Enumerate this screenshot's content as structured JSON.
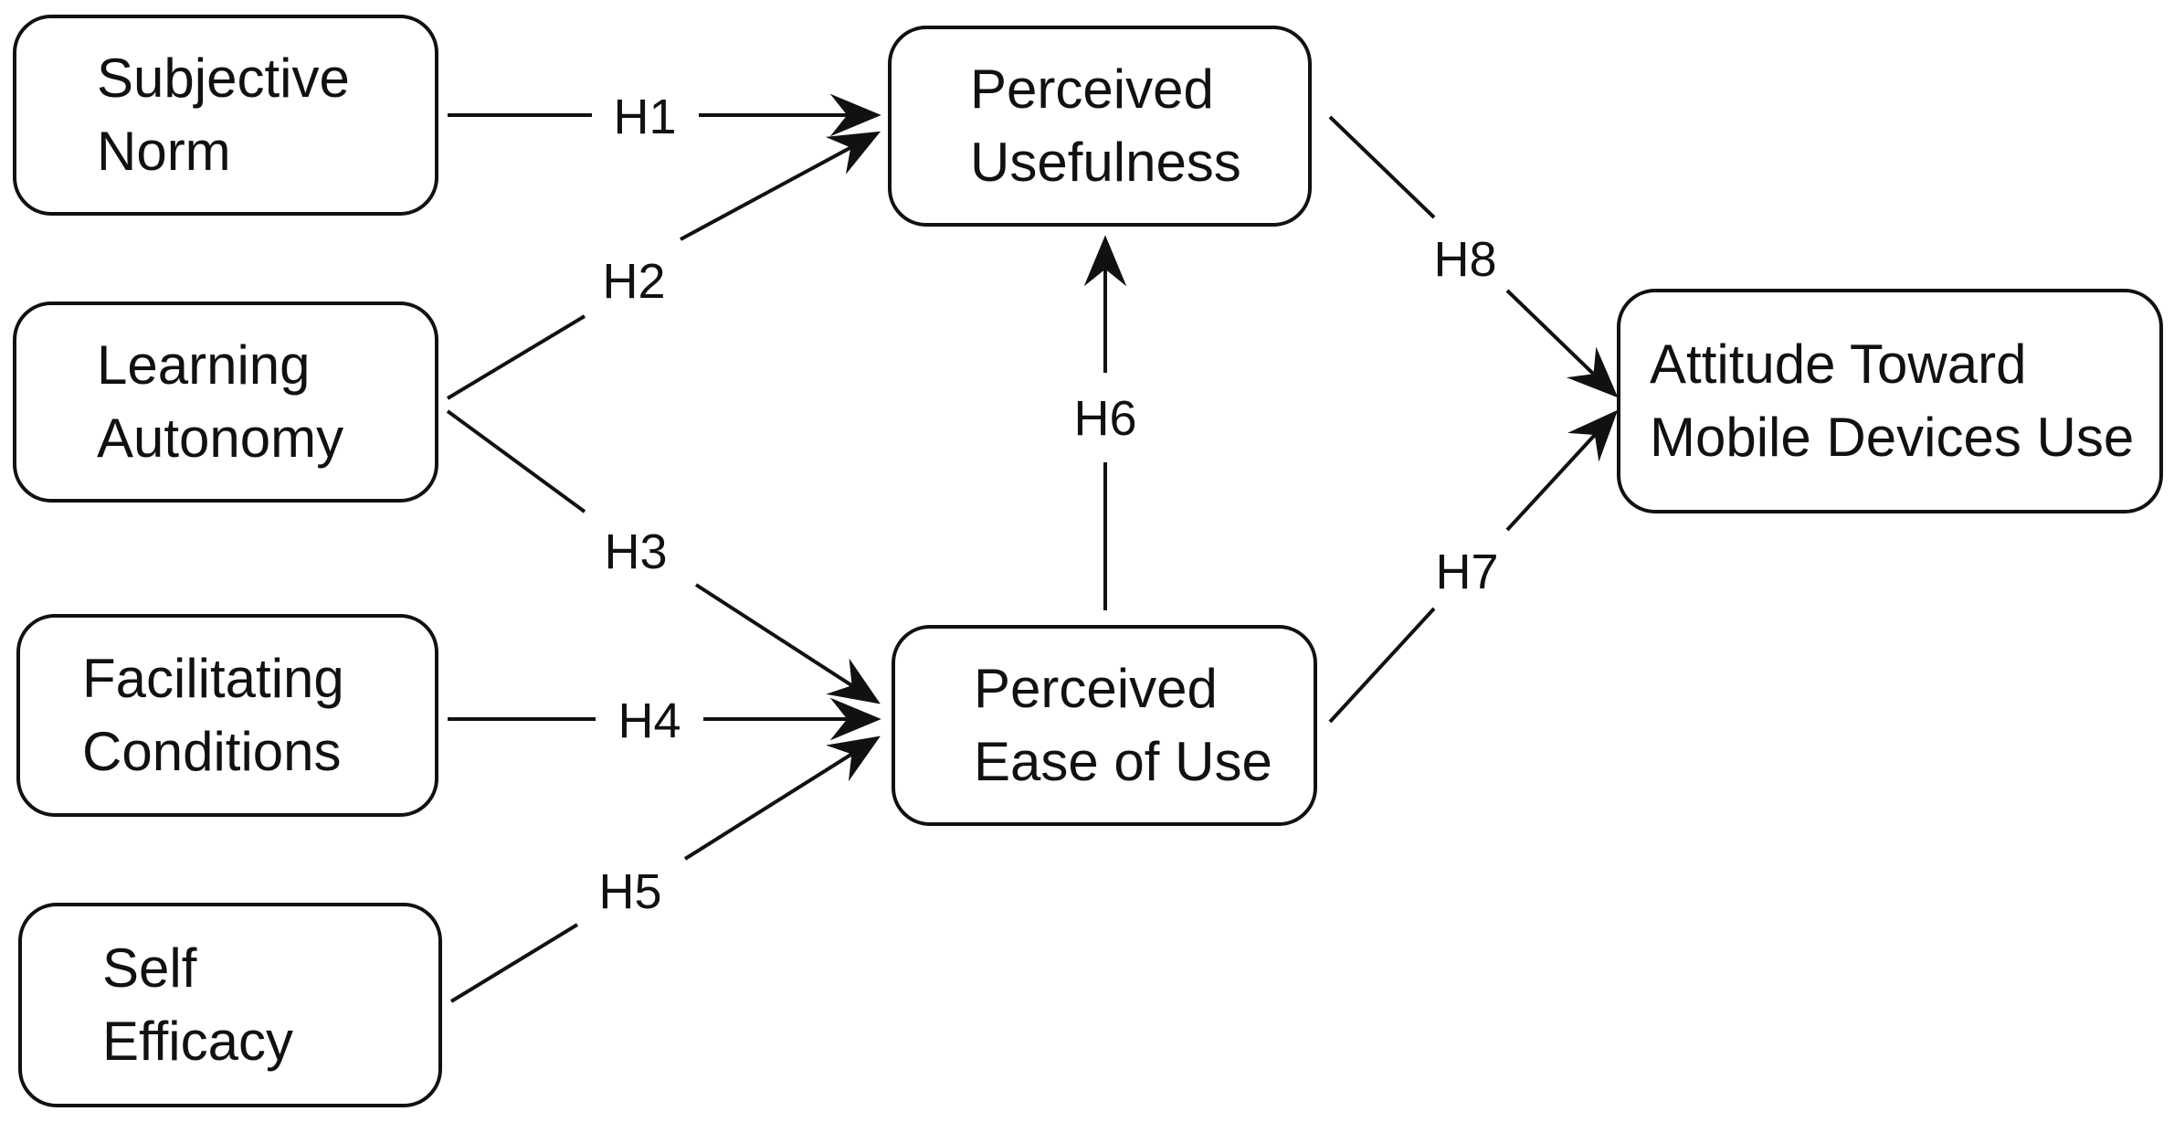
{
  "colors": {
    "stroke": "#111111",
    "background": "#ffffff"
  },
  "nodes": {
    "subjective_norm": "Subjective\nNorm",
    "learning_autonomy": "Learning\nAutonomy",
    "facilitating_conditions": "Facilitating\nConditions",
    "self_efficacy": "Self\nEfficacy",
    "perceived_usefulness": "Perceived\nUsefulness",
    "perceived_ease_of_use": "Perceived\nEase of Use",
    "attitude": "Attitude Toward\nMobile Devices Use"
  },
  "edges": [
    {
      "id": "h1",
      "label": "H1",
      "from": "Subjective Norm",
      "to": "Perceived Usefulness"
    },
    {
      "id": "h2",
      "label": "H2",
      "from": "Learning Autonomy",
      "to": "Perceived Usefulness"
    },
    {
      "id": "h3",
      "label": "H3",
      "from": "Learning Autonomy",
      "to": "Perceived Ease of Use"
    },
    {
      "id": "h4",
      "label": "H4",
      "from": "Facilitating Conditions",
      "to": "Perceived Ease of Use"
    },
    {
      "id": "h5",
      "label": "H5",
      "from": "Self Efficacy",
      "to": "Perceived Ease of Use"
    },
    {
      "id": "h6",
      "label": "H6",
      "from": "Perceived Ease of Use",
      "to": "Perceived Usefulness"
    },
    {
      "id": "h7",
      "label": "H7",
      "from": "Perceived Ease of Use",
      "to": "Attitude Toward Mobile Devices Use"
    },
    {
      "id": "h8",
      "label": "H8",
      "from": "Perceived Usefulness",
      "to": "Attitude Toward Mobile Devices Use"
    }
  ]
}
